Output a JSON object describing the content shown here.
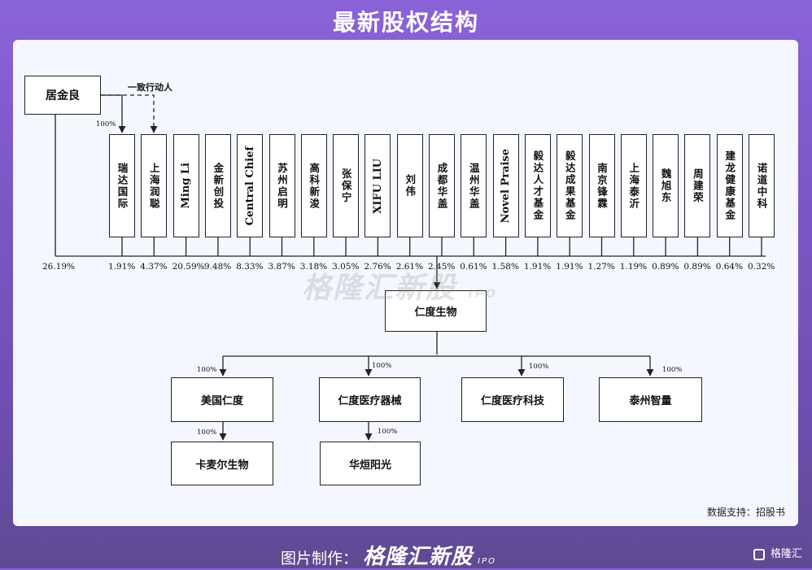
{
  "title": "最新股权结构",
  "top_holder": {
    "name": "居金良",
    "pct": "26.19%"
  },
  "concert_label": "一致行动人",
  "controlled_pct": "100%",
  "shareholders": [
    {
      "name": "瑞达国际",
      "pct": "1.91%",
      "vertical": true
    },
    {
      "name": "上海润聪",
      "pct": "4.37%",
      "vertical": true
    },
    {
      "name": "Ming Li",
      "pct": "20.59%",
      "vertical": false
    },
    {
      "name": "金新创投",
      "pct": "9.48%",
      "vertical": true
    },
    {
      "name": "Central Chief",
      "pct": "8.33%",
      "vertical": false
    },
    {
      "name": "苏州启明",
      "pct": "3.87%",
      "vertical": true
    },
    {
      "name": "高科新浚",
      "pct": "3.18%",
      "vertical": true
    },
    {
      "name": "张保宁",
      "pct": "3.05%",
      "vertical": true
    },
    {
      "name": "XIFU LIU",
      "pct": "2.76%",
      "vertical": false
    },
    {
      "name": "刘伟",
      "pct": "2.61%",
      "vertical": true
    },
    {
      "name": "成都华盖",
      "pct": "2.45%",
      "vertical": true
    },
    {
      "name": "温州华盖",
      "pct": "0.61%",
      "vertical": true
    },
    {
      "name": "Novel Praise",
      "pct": "1.58%",
      "vertical": false
    },
    {
      "name": "毅达人才基金",
      "pct": "1.91%",
      "vertical": true
    },
    {
      "name": "毅达成果基金",
      "pct": "1.91%",
      "vertical": true
    },
    {
      "name": "南京锋霖",
      "pct": "1.27%",
      "vertical": true
    },
    {
      "name": "上海泰沂",
      "pct": "1.19%",
      "vertical": true
    },
    {
      "name": "魏旭东",
      "pct": "0.89%",
      "vertical": true
    },
    {
      "name": "周建荣",
      "pct": "0.89%",
      "vertical": true
    },
    {
      "name": "建龙健康基金",
      "pct": "0.64%",
      "vertical": true
    },
    {
      "name": "诺道中科",
      "pct": "0.32%",
      "vertical": true
    }
  ],
  "company": "仁度生物",
  "subsidiaries": [
    {
      "name": "美国仁度",
      "pct": "100%"
    },
    {
      "name": "仁度医疗器械",
      "pct": "100%"
    },
    {
      "name": "仁度医疗科技",
      "pct": "100%"
    },
    {
      "name": "泰州智量",
      "pct": "100%"
    }
  ],
  "sub_subsidiaries": [
    {
      "name": "卡麦尔生物",
      "pct": "100%"
    },
    {
      "name": "华烜阳光",
      "pct": "100%"
    }
  ],
  "watermark": {
    "text": "格隆汇新股",
    "suffix": "IPO"
  },
  "source": "数据支持：招股书",
  "footer": {
    "prefix": "图片制作：",
    "brand": "格隆汇新股",
    "suffix": "IPO",
    "logo": "格隆汇"
  }
}
